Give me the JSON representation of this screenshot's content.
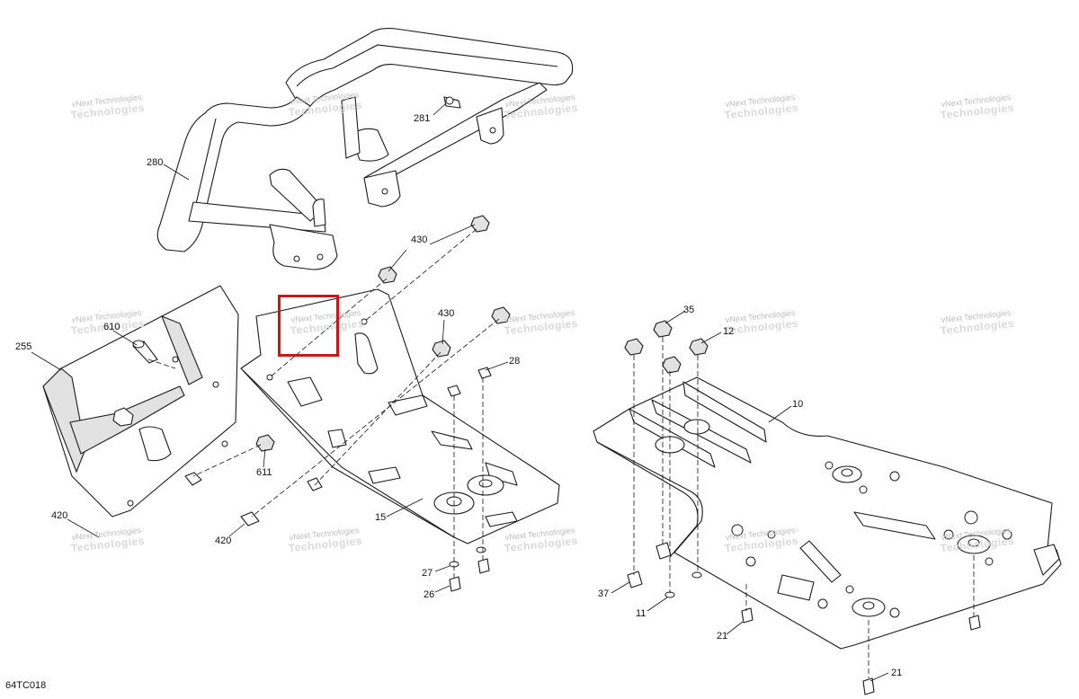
{
  "diagram_id": "64TC018",
  "callouts": [
    {
      "id": "c280",
      "label": "280"
    },
    {
      "id": "c281",
      "label": "281"
    },
    {
      "id": "c430a",
      "label": "430"
    },
    {
      "id": "c430b",
      "label": "430"
    },
    {
      "id": "c35",
      "label": "35"
    },
    {
      "id": "c12",
      "label": "12"
    },
    {
      "id": "c255",
      "label": "255"
    },
    {
      "id": "c610",
      "label": "610"
    },
    {
      "id": "c28",
      "label": "28"
    },
    {
      "id": "c10",
      "label": "10"
    },
    {
      "id": "c611",
      "label": "611"
    },
    {
      "id": "c420a",
      "label": "420"
    },
    {
      "id": "c420b",
      "label": "420"
    },
    {
      "id": "c15",
      "label": "15"
    },
    {
      "id": "c27",
      "label": "27"
    },
    {
      "id": "c26",
      "label": "26"
    },
    {
      "id": "c37",
      "label": "37"
    },
    {
      "id": "c11",
      "label": "11"
    },
    {
      "id": "c21a",
      "label": "21"
    },
    {
      "id": "c21b",
      "label": "21"
    }
  ],
  "watermark": {
    "line1": "vNext Technologies",
    "line2": "Technologies"
  },
  "highlight_color": "#c8161d"
}
